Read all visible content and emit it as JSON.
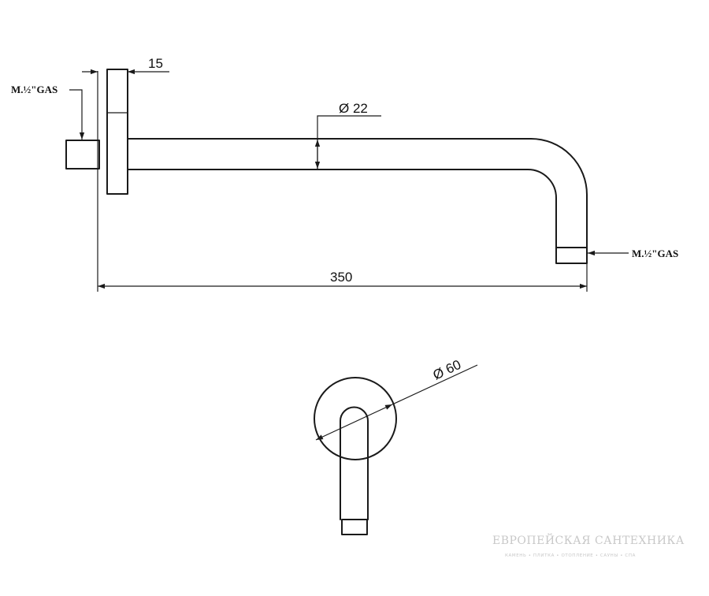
{
  "dimensions": {
    "flange_thickness": "15",
    "pipe_diameter": "Ø  22",
    "overall_length": "350",
    "flange_diameter": "Ø  60"
  },
  "thread_labels": {
    "inlet": "M.½\"GAS",
    "outlet": "M.½\"GAS"
  },
  "watermark": {
    "title": "ЕВРОПЕЙСКАЯ САНТЕХНИКА",
    "subtitle": "КАМЕНЬ • ПЛИТКА • ОТОПЛЕНИЕ • САУНЫ • СПА"
  }
}
